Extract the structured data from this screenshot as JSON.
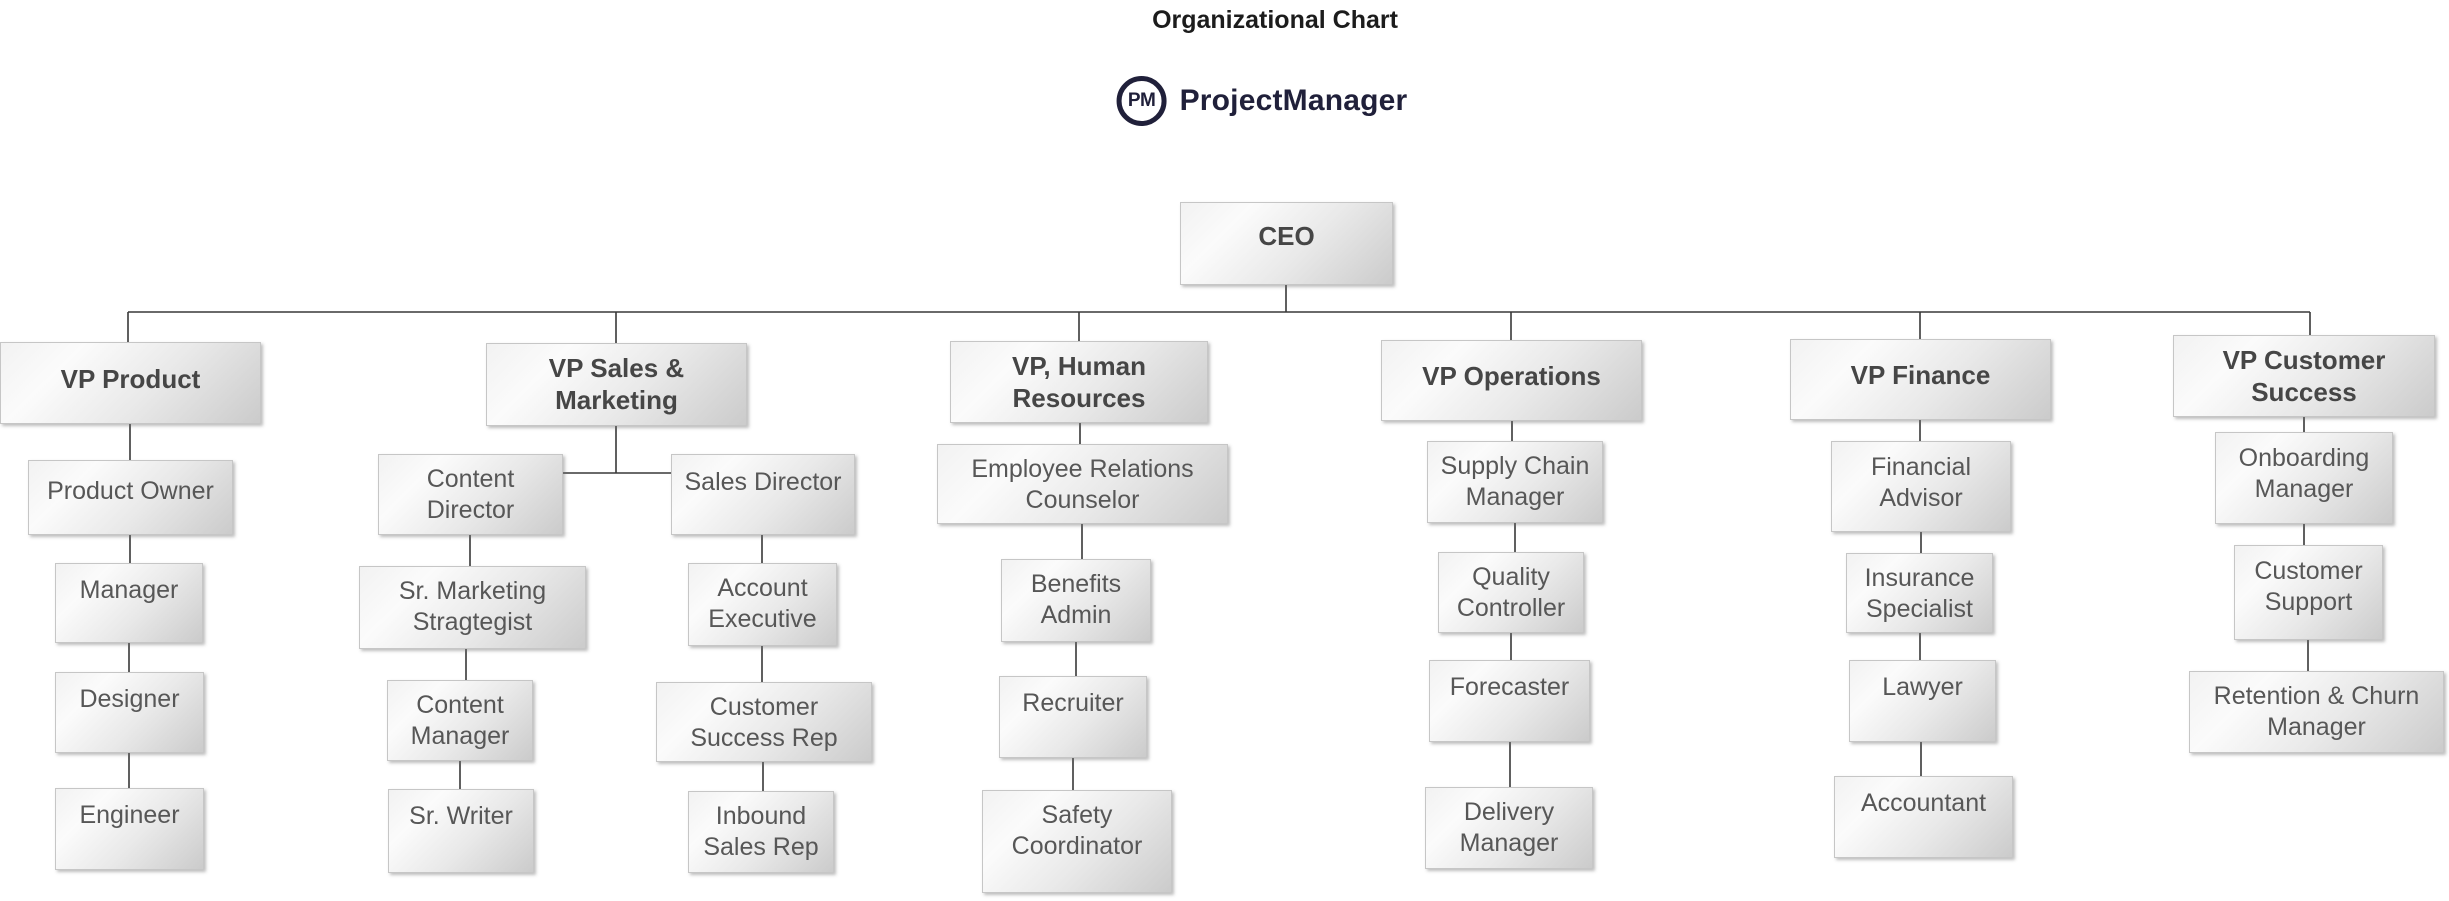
{
  "title": "Organizational Chart",
  "brand": {
    "monogram": "PM",
    "name": "ProjectManager"
  },
  "palette": {
    "background": "#ffffff",
    "node_fill_light": "#fbfbfb",
    "node_fill_dark": "#cbcbcb",
    "node_border": "#c6c6c6",
    "node_text": "#575757",
    "heading_text": "#464646",
    "connector_line": "#383838",
    "brand_color": "#20203a"
  },
  "org": {
    "root": {
      "label": "CEO"
    },
    "branches": [
      {
        "label": "VP Product",
        "reports": [
          "Product Owner",
          "Manager",
          "Designer",
          "Engineer"
        ]
      },
      {
        "label": "VP Sales &\nMarketing",
        "teams": [
          {
            "label": "Content\nDirector",
            "reports": [
              "Sr. Marketing\nStragtegist",
              "Content\nManager",
              "Sr. Writer"
            ]
          },
          {
            "label": "Sales Director",
            "reports": [
              "Account\nExecutive",
              "Customer\nSuccess Rep",
              "Inbound\nSales Rep"
            ]
          }
        ]
      },
      {
        "label": "VP, Human\nResources",
        "reports": [
          "Employee Relations\nCounselor",
          "Benefits\nAdmin",
          "Recruiter",
          "Safety\nCoordinator"
        ]
      },
      {
        "label": "VP Operations",
        "reports": [
          "Supply Chain\nManager",
          "Quality\nController",
          "Forecaster",
          "Delivery\nManager"
        ]
      },
      {
        "label": "VP Finance",
        "reports": [
          "Financial\nAdvisor",
          "Insurance\nSpecialist",
          "Lawyer",
          "Accountant"
        ]
      },
      {
        "label": "VP Customer\nSuccess",
        "reports": [
          "Onboarding\nManager",
          "Customer\nSupport",
          "Retention & Churn\nManager"
        ]
      }
    ]
  }
}
